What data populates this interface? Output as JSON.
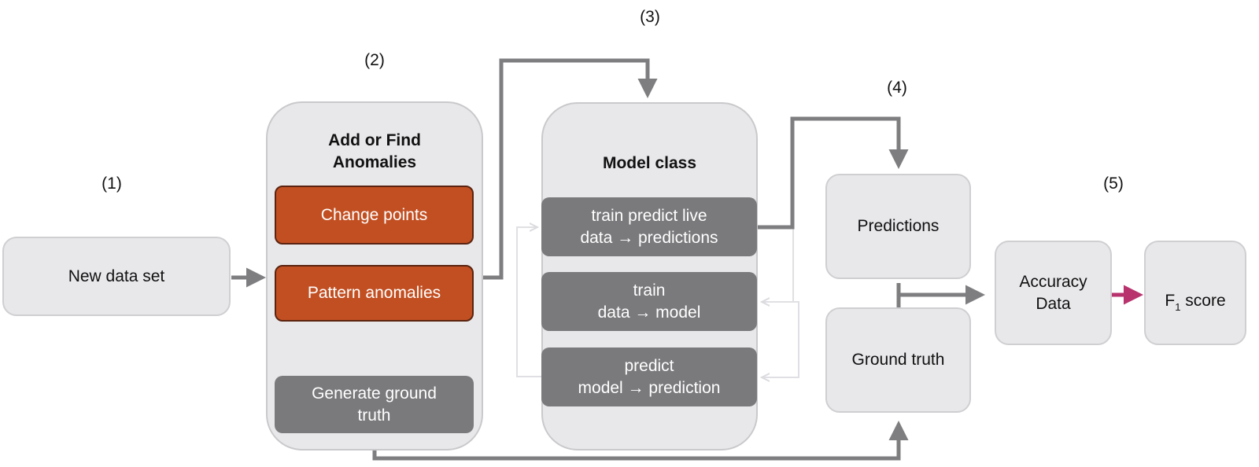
{
  "steps": [
    "(1)",
    "(2)",
    "(3)",
    "(4)",
    "(5)"
  ],
  "new_data_set": "New data set",
  "anomalies": {
    "title": "Add or Find\nAnomalies",
    "change_points": "Change points",
    "pattern_anomalies": "Pattern anomalies",
    "generate_ground_truth": "Generate ground\ntruth"
  },
  "model_class": {
    "title": "Model class",
    "train_predict_live": "train predict live\ndata → predictions",
    "train": "train\ndata → model",
    "predict": "predict\nmodel → prediction"
  },
  "predictions": "Predictions",
  "ground_truth": "Ground truth",
  "accuracy_data": "Accuracy\nData",
  "f1_score": {
    "letter": "F",
    "subscript": "1",
    "suffix": " score"
  },
  "colors": {
    "arrow_gray": "#7e7e80",
    "arrow_magenta": "#b8336e",
    "orange": "#c24f22",
    "dark_gray": "#7a797c",
    "light_gray": "#e8e7ea"
  }
}
